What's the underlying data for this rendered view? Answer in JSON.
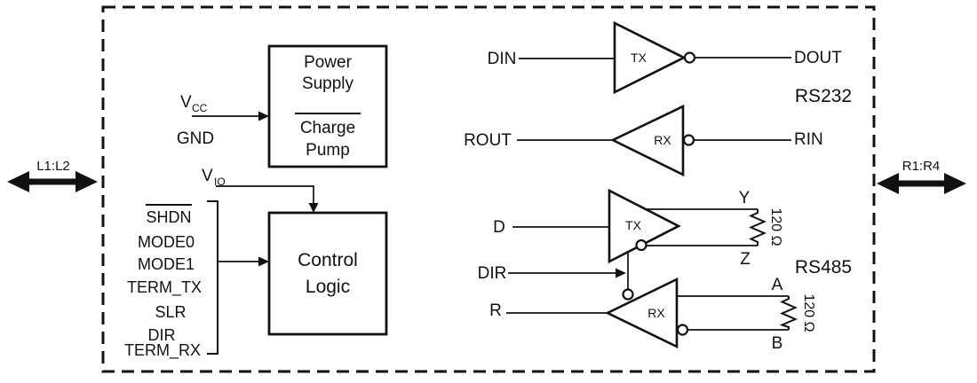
{
  "diagram": {
    "left_port_label": "L1:L2",
    "right_port_label": "R1:R4"
  },
  "style": {
    "ink_color": "#111111",
    "background_color": "#ffffff"
  },
  "power_supply_box": {
    "line1": "Power",
    "line2": "Supply",
    "line3": "Charge",
    "line4": "Pump"
  },
  "control_logic_box": {
    "line1": "Control",
    "line2": "Logic"
  },
  "supply_pins": {
    "vcc_base": "V",
    "vcc_sub": "CC",
    "gnd": "GND",
    "vio_base": "V",
    "vio_sub": "IO"
  },
  "control_pins": {
    "shdn": "SHDN",
    "mode0": "MODE0",
    "mode1": "MODE1",
    "term_tx": "TERM_TX",
    "slr": "SLR",
    "dir": "DIR",
    "term_rx": "TERM_RX"
  },
  "rs232": {
    "section_label": "RS232",
    "tx_gate": "TX",
    "tx_input": "DIN",
    "tx_output": "DOUT",
    "rx_gate": "RX",
    "rx_input": "RIN",
    "rx_output": "ROUT"
  },
  "rs485": {
    "section_label": "RS485",
    "tx_gate": "TX",
    "tx_input": "D",
    "tx_out_noninv": "Y",
    "tx_out_inv": "Z",
    "tx_termination": "120 Ω",
    "dir_signal": "DIR",
    "rx_gate": "RX",
    "rx_output": "R",
    "rx_in_noninv": "A",
    "rx_in_inv": "B",
    "rx_termination": "120 Ω"
  }
}
